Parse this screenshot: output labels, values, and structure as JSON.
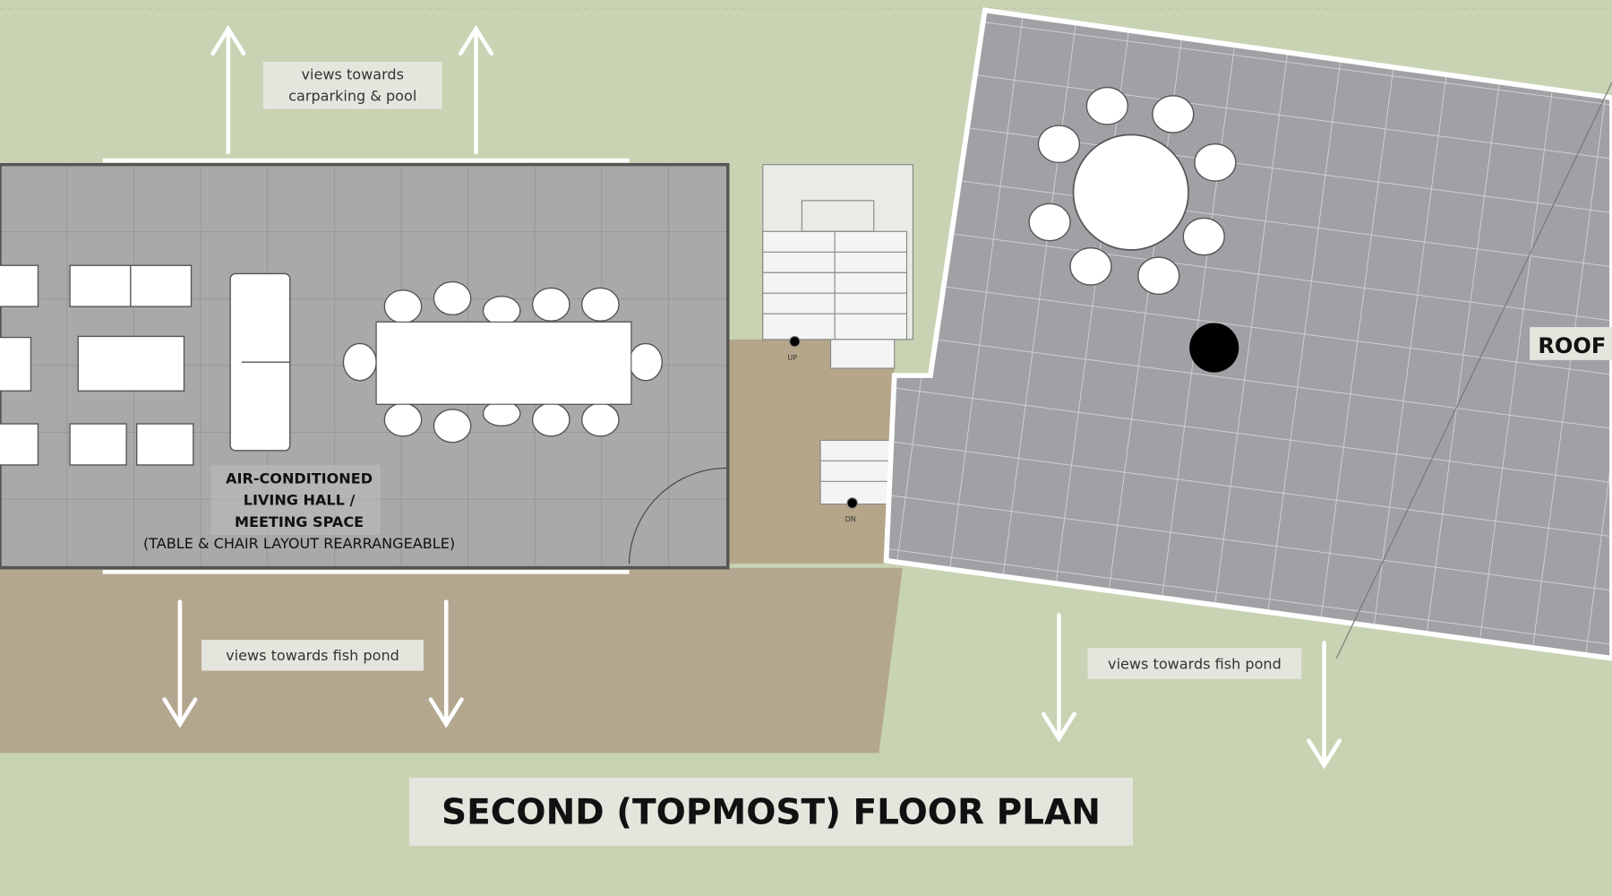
{
  "plan": {
    "title": "SECOND (TOPMOST) FLOOR PLAN",
    "hall_label": [
      "AIR-CONDITIONED",
      "LIVING HALL /",
      "MEETING SPACE",
      "(TABLE & CHAIR LAYOUT REARRANGEABLE)"
    ],
    "roof_label": "ROOF I",
    "view_north": [
      "views towards",
      "carparking & pool"
    ],
    "view_south_left": "views towards fish pond",
    "view_south_right": "views towards fish pond",
    "stair_labels": [
      "UP",
      "DN"
    ]
  },
  "colors": {
    "grass": "#c8d3b3",
    "granite": "#a9a9a7",
    "gravel": "#b3a78f",
    "roof_tile": "#a0a1a5",
    "label_bg": "#e4e6de"
  }
}
